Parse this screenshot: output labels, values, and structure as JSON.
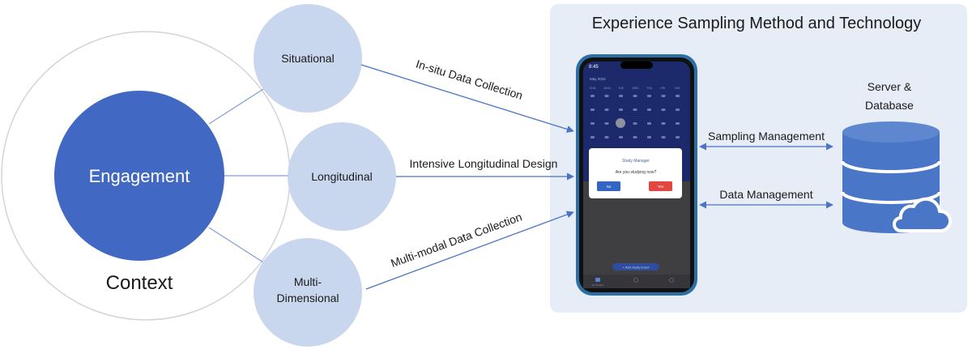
{
  "context": {
    "label": "Context"
  },
  "engagement": {
    "label": "Engagement"
  },
  "dimensions": [
    {
      "lines": [
        "Situational"
      ]
    },
    {
      "lines": [
        "Longitudinal"
      ]
    },
    {
      "lines": [
        "Multi-",
        "Dimensional"
      ]
    }
  ],
  "arrows": [
    {
      "label": "In-situ Data Collection"
    },
    {
      "label": "Intensive Longitudinal Design"
    },
    {
      "label": "Multi-modal Data Collection"
    }
  ],
  "panel": {
    "title": "Experience Sampling Method and Technology"
  },
  "server": {
    "lines": [
      "Server &",
      "Database"
    ]
  },
  "links": [
    {
      "label": "Sampling Management"
    },
    {
      "label": "Data Management"
    }
  ],
  "phone": {
    "time": "8:45",
    "month": "May 2022",
    "weekdays": [
      "SUN",
      "MON",
      "TUE",
      "WED",
      "THU",
      "FRI",
      "SAT"
    ],
    "dialog_title": "Study Manager",
    "dialog_question": "Are you studying now?",
    "no_label": "No",
    "yes_label": "Yes",
    "bottom_button": "+ Add Study Event",
    "tab_label": "My Studies"
  },
  "colors": {
    "engagement": "#4169c4",
    "dimension": "#c9d7ee",
    "panel": "#e7edf7",
    "arrow": "#4a74c4",
    "database": "#4a76c7",
    "context_outline": "#d4d4d4"
  }
}
